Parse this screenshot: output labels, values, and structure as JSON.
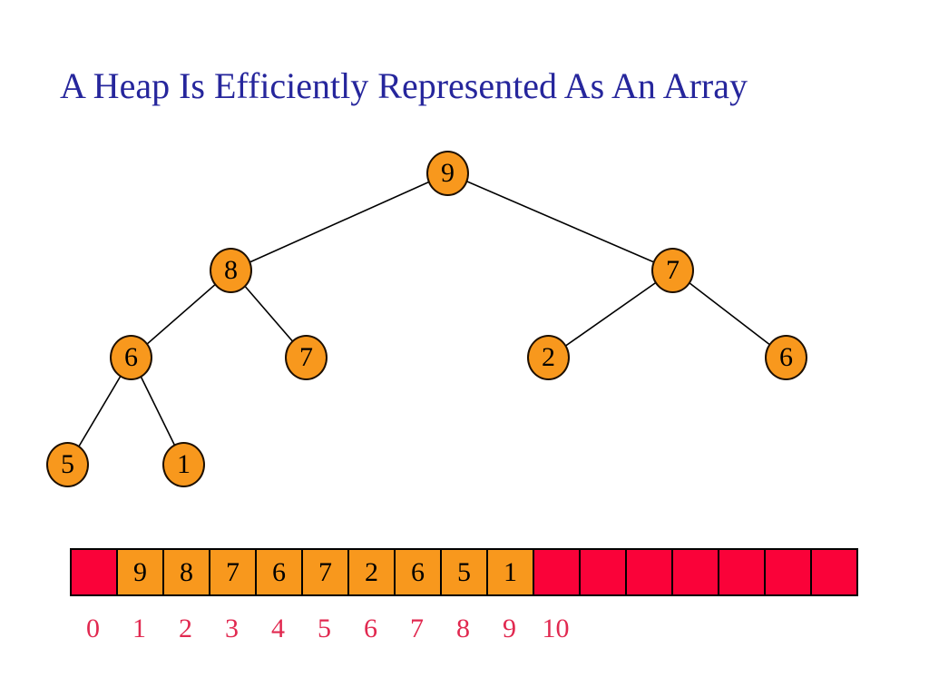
{
  "title": "A Heap Is Efficiently Represented As An Array",
  "colors": {
    "title_color": "#26269C",
    "node_fill": "#F8981D",
    "cell_red": "#FA0239",
    "index_red": "#E12950",
    "line_color": "#000000"
  },
  "tree": {
    "description": "binary max-heap shown level-order",
    "nodes": [
      "9",
      "8",
      "7",
      "6",
      "7",
      "2",
      "6",
      "5",
      "1"
    ],
    "edges": [
      [
        "9",
        "8"
      ],
      [
        "9",
        "7"
      ],
      [
        "8",
        "6"
      ],
      [
        "8",
        "7"
      ],
      [
        "7",
        "2"
      ],
      [
        "7",
        "6"
      ],
      [
        "6",
        "5"
      ],
      [
        "6",
        "1"
      ]
    ]
  },
  "array": {
    "cells": [
      "",
      "9",
      "8",
      "7",
      "6",
      "7",
      "2",
      "6",
      "5",
      "1",
      "",
      "",
      "",
      "",
      "",
      "",
      ""
    ],
    "indices": [
      "0",
      "1",
      "2",
      "3",
      "4",
      "5",
      "6",
      "7",
      "8",
      "9",
      "10"
    ]
  }
}
